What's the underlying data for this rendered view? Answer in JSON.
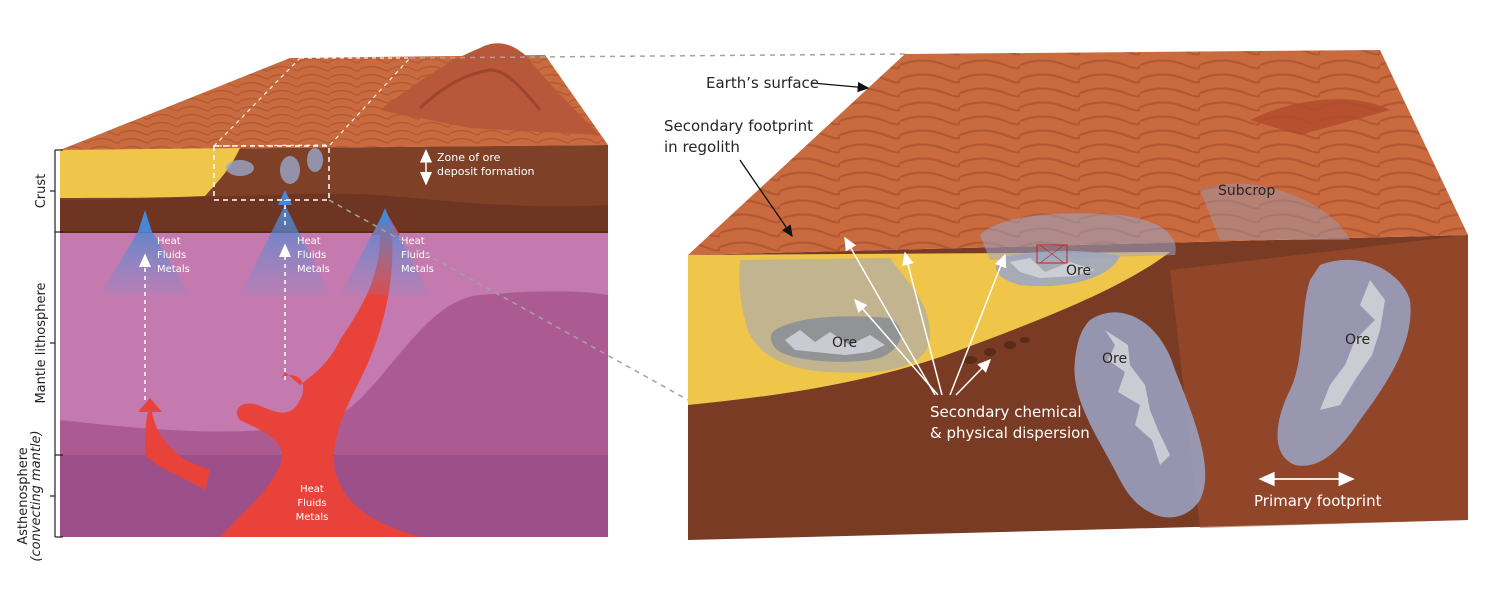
{
  "left_panel": {
    "axis_labels": {
      "crust": "Crust",
      "mantle_lithosphere": "Mantle lithosphere",
      "asthenosphere": "Asthenosphere",
      "asthenosphere_sub": "(convecting mantle)"
    },
    "zone_label_line1": "Zone of ore",
    "zone_label_line2": "deposit formation",
    "flow_label": [
      "Heat",
      "Fluids",
      "Metals"
    ]
  },
  "right_panel": {
    "earths_surface": "Earth’s surface",
    "secondary_footprint_line1": "Secondary footprint",
    "secondary_footprint_line2": "in regolith",
    "subcrop": "Subcrop",
    "ore": "Ore",
    "secondary_dispersion_line1": "Secondary chemical",
    "secondary_dispersion_line2": "& physical dispersion",
    "primary_footprint": "Primary footprint"
  },
  "colors": {
    "surface": "#c8683e",
    "crust_brown": "#7a3b24",
    "regolith_yellow": "#f2c94c",
    "mantle_pink": "#c77bb0",
    "asthenosphere_purple": "#9c4f88",
    "magma_red": "#e8423a",
    "fluid_blue": "#5a8fd0",
    "ore_halo": "#9aa6c8"
  }
}
